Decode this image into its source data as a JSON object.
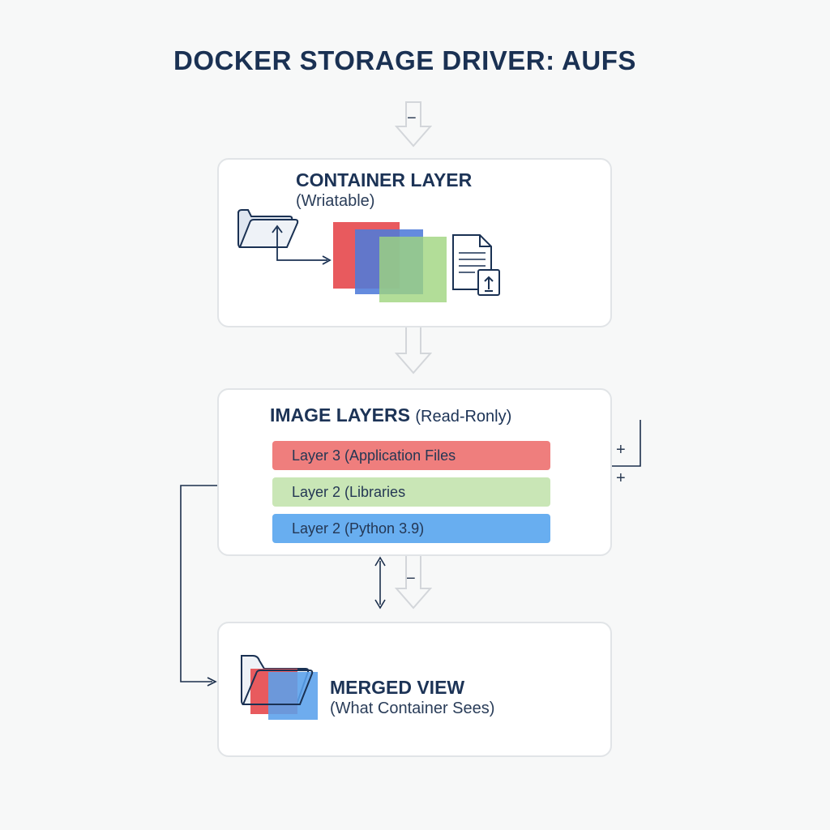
{
  "title": "DOCKER STORAGE DRIVER: AUFS",
  "container_layer": {
    "heading": "CONTAINER LAYER",
    "subheading": "(Wriatable)"
  },
  "image_layers": {
    "heading": "IMAGE LAYERS",
    "subheading": "(Read-Ronly)",
    "layers": [
      {
        "label": "Layer 3 (Application Files",
        "color": "#ef7e7d"
      },
      {
        "label": "Layer 2 (Libraries",
        "color": "#c9e6b6"
      },
      {
        "label": "Layer 2 (Python 3.9)",
        "color": "#68aef0"
      }
    ]
  },
  "merged_view": {
    "heading": "MERGED VIEW",
    "subheading": "(What Container Sees)"
  },
  "markers": {
    "top_minus": "−",
    "right_plus_upper": "+",
    "right_plus_lower": "+",
    "left_plus": "+",
    "bottom_minus": "−"
  },
  "colors": {
    "red": "#e85a5e",
    "blue": "#4f7bd9",
    "green": "#9fd57e",
    "navy": "#1a3153"
  }
}
